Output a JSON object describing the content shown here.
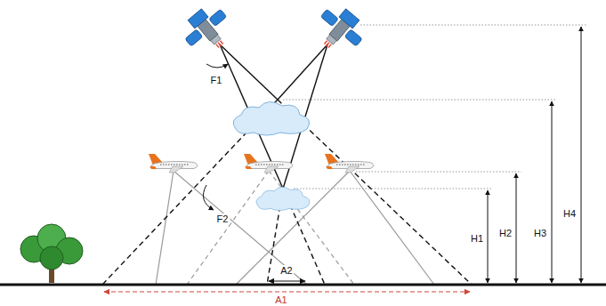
{
  "diagram": {
    "labels": [
      "F1",
      "F2",
      "H1",
      "H2",
      "H3",
      "H4",
      "A2",
      "A1"
    ]
  }
}
